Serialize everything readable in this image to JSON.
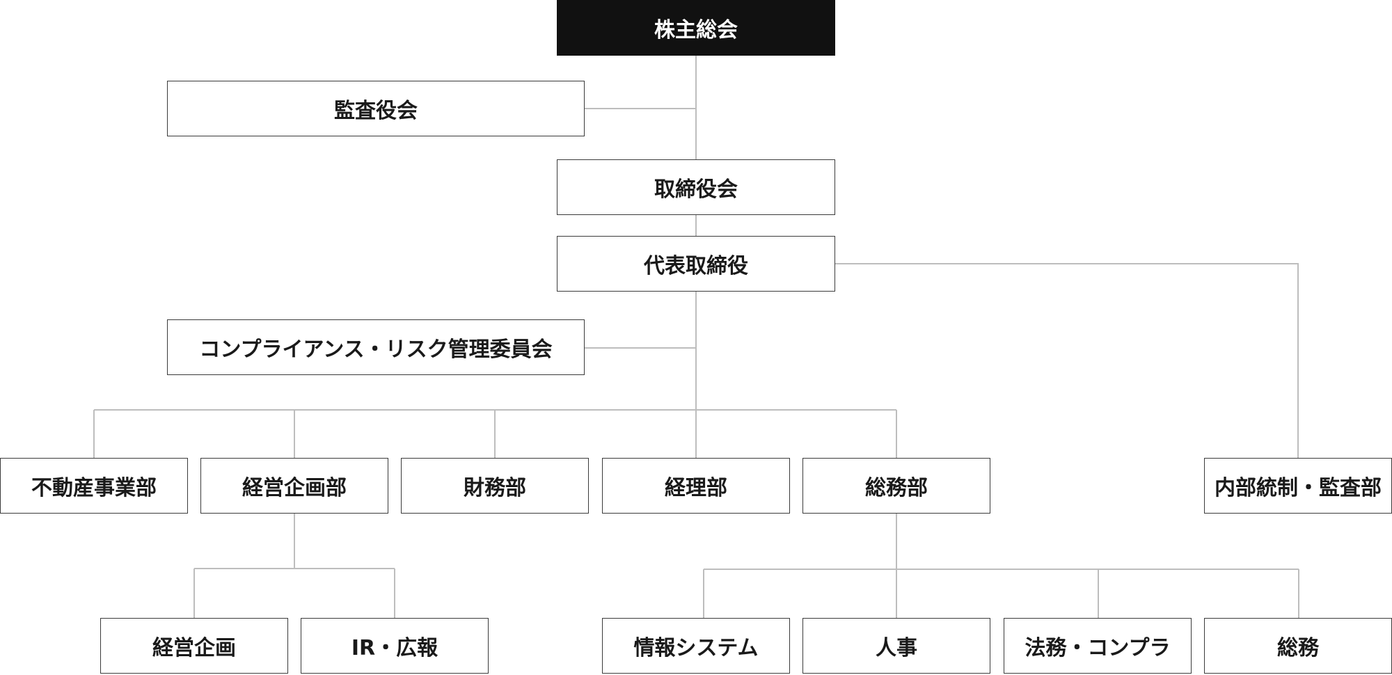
{
  "title": "",
  "colors": {
    "root_fill": "#111111",
    "root_text": "#ffffff",
    "box_border": "#3a3a3a",
    "connector": "#bdbdbd"
  },
  "nodes": {
    "shareholders_meeting": "株主総会",
    "audit_board": "監査役会",
    "board_of_directors": "取締役会",
    "representative_director": "代表取締役",
    "compliance_committee": "コンプライアンス・リスク管理委員会",
    "real_estate": "不動産事業部",
    "corporate_planning_dept": "経営企画部",
    "finance": "財務部",
    "accounting": "経理部",
    "general_affairs_dept": "総務部",
    "internal_audit": "内部統制・監査部",
    "corporate_planning": "経営企画",
    "ir_pr": "IR・広報",
    "information_systems": "情報システム",
    "hr": "人事",
    "legal_compliance": "法務・コンプラ",
    "general_affairs": "総務"
  }
}
